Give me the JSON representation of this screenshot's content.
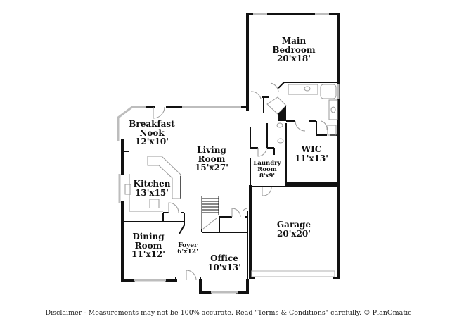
{
  "floorplan": {
    "rooms": [
      {
        "id": "main-bedroom",
        "name": "Main Bedroom",
        "name_lines": [
          "Main",
          "Bedroom"
        ],
        "dimensions": "20'x18'"
      },
      {
        "id": "breakfast-nook",
        "name": "Breakfast Nook",
        "name_lines": [
          "Breakfast",
          "Nook"
        ],
        "dimensions": "12'x10'"
      },
      {
        "id": "living-room",
        "name": "Living Room",
        "name_lines": [
          "Living",
          "Room"
        ],
        "dimensions": "15'x27'"
      },
      {
        "id": "kitchen",
        "name": "Kitchen",
        "name_lines": [
          "Kitchen"
        ],
        "dimensions": "13'x15'"
      },
      {
        "id": "laundry-room",
        "name": "Laundry Room",
        "name_lines": [
          "Laundry",
          "Room"
        ],
        "dimensions": "8'x9'"
      },
      {
        "id": "wic",
        "name": "WIC",
        "name_lines": [
          "WIC"
        ],
        "dimensions": "11'x13'"
      },
      {
        "id": "garage",
        "name": "Garage",
        "name_lines": [
          "Garage"
        ],
        "dimensions": "20'x20'"
      },
      {
        "id": "dining-room",
        "name": "Dining Room",
        "name_lines": [
          "Dining",
          "Room"
        ],
        "dimensions": "11'x12'"
      },
      {
        "id": "foyer",
        "name": "Foyer",
        "name_lines": [
          "Foyer"
        ],
        "dimensions": "6'x12'"
      },
      {
        "id": "office",
        "name": "Office",
        "name_lines": [
          "Office"
        ],
        "dimensions": "10'x13'"
      }
    ]
  },
  "labels": {
    "main_bedroom": {
      "line1": "Main",
      "line2": "Bedroom",
      "dim": "20'x18'"
    },
    "breakfast_nook": {
      "line1": "Breakfast",
      "line2": "Nook",
      "dim": "12'x10'"
    },
    "living_room": {
      "line1": "Living",
      "line2": "Room",
      "dim": "15'x27'"
    },
    "kitchen": {
      "line1": "Kitchen",
      "dim": "13'x15'"
    },
    "laundry_room": {
      "line1": "Laundry",
      "line2": "Room",
      "dim": "8'x9'"
    },
    "wic": {
      "line1": "WIC",
      "dim": "11'x13'"
    },
    "garage": {
      "line1": "Garage",
      "dim": "20'x20'"
    },
    "dining_room": {
      "line1": "Dining",
      "line2": "Room",
      "dim": "11'x12'"
    },
    "foyer": {
      "line1": "Foyer",
      "dim": "6'x12'"
    },
    "office": {
      "line1": "Office",
      "dim": "10'x13'"
    }
  },
  "footer": {
    "disclaimer": "Disclaimer - Measurements may not be 100% accurate. Read \"Terms & Conditions\" carefully. © PlanOmatic"
  },
  "colors": {
    "wall": "#111111",
    "window": "#bdbdbd",
    "fixture": "#9a9a9a",
    "background": "#ffffff"
  }
}
